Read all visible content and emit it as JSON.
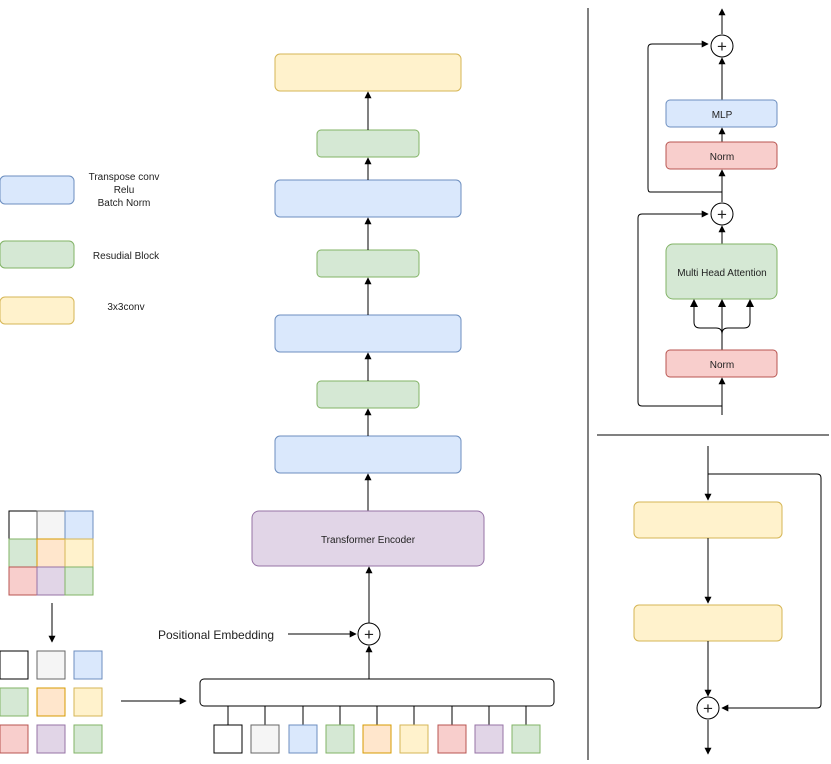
{
  "legend": {
    "items": [
      {
        "label_lines": [
          "Transpose conv",
          "Relu",
          "Batch Norm"
        ]
      },
      {
        "label_lines": [
          "Resudial Block"
        ]
      },
      {
        "label_lines": [
          "3x3conv"
        ]
      }
    ]
  },
  "main": {
    "transformer_encoder_label": "Transformer Encoder",
    "positional_embedding_label": "Positional Embedding",
    "plus_symbol": "+"
  },
  "encoder_block": {
    "mlp_label": "MLP",
    "norm_top_label": "Norm",
    "attention_label": "Multi Head Attention",
    "norm_bottom_label": "Norm",
    "plus_symbol": "+"
  },
  "residual_block": {
    "plus_symbol": "+"
  },
  "colors": {
    "blue_fill": "#dae8fc",
    "blue_stroke": "#6c8ebf",
    "green_fill": "#d5e8d4",
    "green_stroke": "#82b366",
    "yellow_fill": "#fff2cc",
    "yellow_stroke": "#d6b656",
    "purple_fill": "#e1d5e7",
    "purple_stroke": "#9673a6",
    "red_fill": "#f8cecc",
    "red_stroke": "#b85450",
    "orange_fill": "#ffe6cc",
    "orange_stroke": "#d79b00",
    "gray_fill": "#f5f5f5",
    "gray_stroke": "#666666",
    "white_fill": "#ffffff",
    "white_stroke": "#000000"
  }
}
